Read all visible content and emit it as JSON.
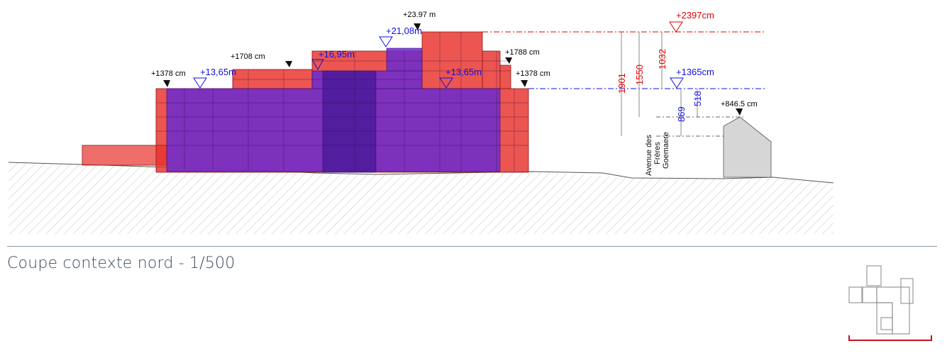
{
  "caption": "Coupe contexte nord - 1/500",
  "colors": {
    "existing": "#e8302a",
    "proposed": "#6a2bd0",
    "core": "#4a1a9a",
    "ground_hatch": "#b0b0b0",
    "dim_red": "#e00000",
    "dim_blue": "#1010e0",
    "key_bar": "#c0141c"
  },
  "levels_black": [
    {
      "id": "l1",
      "text": "+1378 cm"
    },
    {
      "id": "l2",
      "text": "+1708 cm"
    },
    {
      "id": "l3",
      "text": "+23.97 m"
    },
    {
      "id": "l4",
      "text": "+1788 cm"
    },
    {
      "id": "l5",
      "text": "+1378 cm"
    },
    {
      "id": "l6",
      "text": "+846.5 cm"
    }
  ],
  "levels_blue": [
    {
      "id": "b1",
      "text": "+13,65m"
    },
    {
      "id": "b2",
      "text": "+16,95m"
    },
    {
      "id": "b3",
      "text": "+21,08m"
    },
    {
      "id": "b4",
      "text": "+13,65m"
    },
    {
      "id": "b5",
      "text": "+1365cm"
    }
  ],
  "level_red": "+2397cm",
  "dimensions_red": [
    "1901",
    "1550",
    "1032"
  ],
  "dimensions_blue": [
    "869",
    "518"
  ],
  "street_label": [
    "Avenue des",
    "Frères",
    "Goemaere"
  ]
}
